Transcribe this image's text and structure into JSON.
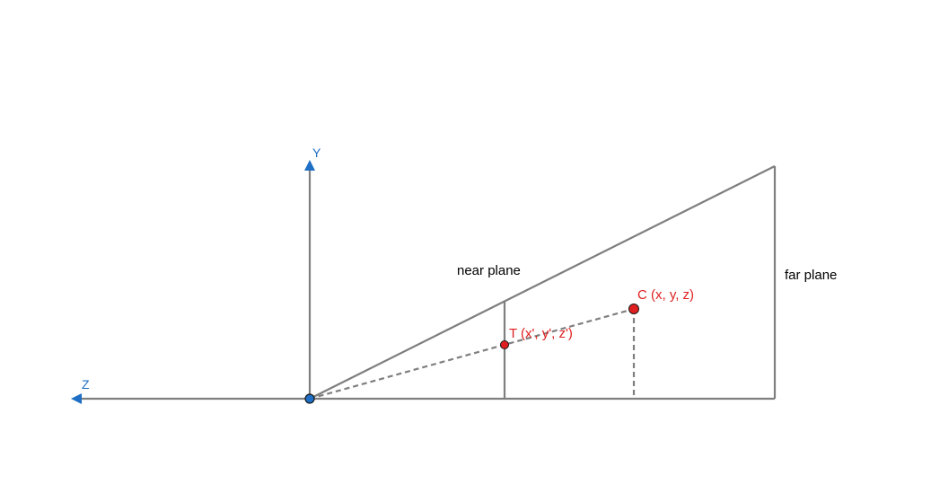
{
  "colors": {
    "line": "#7f7f7f",
    "axis": "#1f6fc6",
    "point": "#e02020",
    "text": "#000000"
  },
  "labels": {
    "y_axis": "Y",
    "z_axis": "Z",
    "near_plane": "near plane",
    "far_plane": "far plane",
    "point_c": "C (x, y, z)",
    "point_t": "T (x', y', z')"
  },
  "icons": {
    "y_axis_arrow": "arrow-up-icon",
    "z_axis_arrow": "arrow-left-icon",
    "origin": "camera-origin-dot"
  }
}
